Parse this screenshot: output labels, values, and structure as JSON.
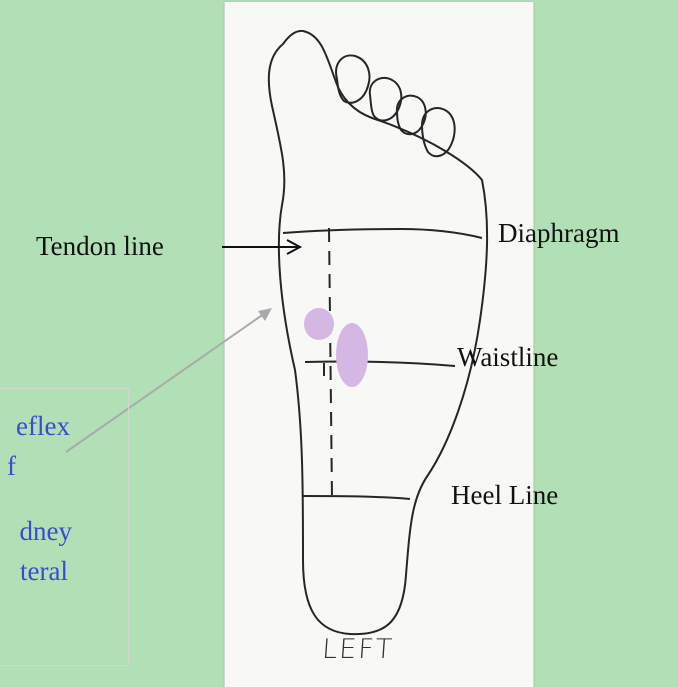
{
  "labels": {
    "tendon_line": "Tendon line",
    "diaphragm": "Diaphragm",
    "waistline": "Waistline",
    "heel_line": "Heel Line",
    "foot_side": "LEFT"
  },
  "reflex_note": {
    "lines": [
      "eflex",
      "f",
      "dney",
      "teral"
    ]
  },
  "colors": {
    "background": "#b1e0b7",
    "paper": "#f8f8f6",
    "reflex_spot": "#d5b7e4",
    "note_text": "#3a4bd0"
  }
}
